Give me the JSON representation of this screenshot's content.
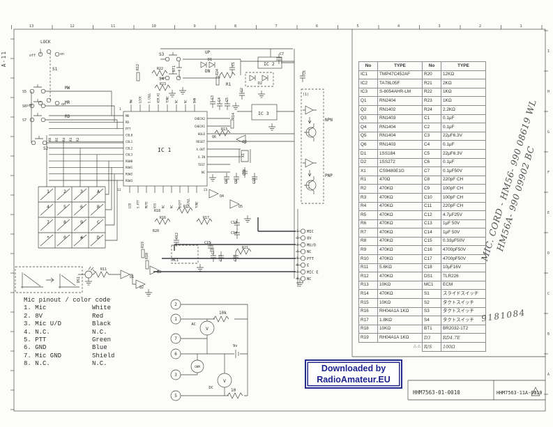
{
  "sheet": {
    "corner_label": "A-11",
    "top_ruler": [
      "13",
      "12",
      "11",
      "10",
      "9",
      "8",
      "7",
      "6",
      "5",
      "4",
      "3",
      "2",
      "1"
    ],
    "right_ruler": [
      "I",
      "H",
      "G",
      "F",
      "E",
      "D",
      "C",
      "B",
      "A"
    ]
  },
  "schematic": {
    "labels": [
      "LOCK",
      "S1",
      "off",
      "on",
      "off",
      "on",
      "S3",
      "UP",
      "S4",
      "DN",
      "R1",
      "S5",
      "MW",
      "S6",
      "MR",
      "S7",
      "RD",
      "S2",
      "IC 1",
      "IC 2",
      "IC 3",
      "R12",
      "R22",
      "R23",
      "BT1",
      "D1",
      "C1",
      "C3",
      "C4",
      "C5",
      "D2",
      "C6",
      "C7",
      "R13",
      "R14",
      "X1",
      "C8",
      "C9",
      "C10",
      "C11",
      "Q4",
      "Q5",
      "D5",
      "R15",
      "R16",
      "R17",
      "C13",
      "C14",
      "C15",
      "C16",
      "C12",
      "R21",
      "C18",
      "MC1",
      "R19",
      "R20",
      "Q3",
      "Q2",
      "Q1",
      "R11",
      "DS1",
      "NPN",
      "PNP",
      "(1)",
      "1",
      "12",
      "23",
      "R6",
      "R5",
      "R4",
      "R3",
      "R2",
      "Q6",
      "C17",
      "R18",
      "C2",
      "R24",
      "R10"
    ],
    "ic1_left_pins": [
      "MR",
      "RD",
      "PTT",
      "COL0",
      "COL1",
      "COL2",
      "COL3",
      "ROW0",
      "ROW1",
      "ROW2",
      "ROW3"
    ],
    "ic1_right_pins": [
      "CHECK2",
      "CHECK1",
      "HOLD",
      "RESET",
      "X.OUT",
      "X.IN",
      "TEST",
      "NC"
    ],
    "ic1_top_pins": [
      "MW",
      "LOCK",
      "S.CALL",
      "VER.HI",
      "TONE",
      "NC",
      "NC",
      "DWN"
    ],
    "ic1_bottom_pins": [
      "LED",
      "S.PTT",
      "MUTE",
      "VSS",
      "NC",
      "NC",
      "SHIFT",
      "T.CALL",
      "TONE"
    ],
    "keypad": [
      "1",
      "2",
      "3",
      "A",
      "4",
      "5",
      "6",
      "B",
      "7",
      "8",
      "9",
      "C",
      "*",
      "0",
      "#",
      "D"
    ],
    "connector": [
      {
        "n": "1",
        "label": "MIC"
      },
      {
        "n": "2",
        "label": "8V"
      },
      {
        "n": "3",
        "label": "MU/D"
      },
      {
        "n": "4",
        "label": "NC"
      },
      {
        "n": "5",
        "label": "PTT"
      },
      {
        "n": "6",
        "label": "E"
      },
      {
        "n": "7",
        "label": "MIC E"
      },
      {
        "n": "8",
        "label": "NC"
      }
    ]
  },
  "parts_table": {
    "headers": [
      "No",
      "TYPE",
      "No",
      "TYPE"
    ],
    "rows": [
      [
        "IC1",
        "TMP47C452AF",
        "R20",
        "12KΩ"
      ],
      [
        "IC2",
        "TA78L05F",
        "R21",
        "2KΩ"
      ],
      [
        "IC3",
        "S-8054AHR-LM",
        "R22",
        "1KΩ"
      ],
      [
        "Q1",
        "RN2404",
        "R23",
        "1KΩ"
      ],
      [
        "Q2",
        "RN1402",
        "R24",
        "2.2KΩ"
      ],
      [
        "Q3",
        "RN1403",
        "C1",
        "0.1μF"
      ],
      [
        "Q4",
        "RN1404",
        "C2",
        "0.1μF"
      ],
      [
        "Q5",
        "RN1404",
        "C3",
        "22μF6.3V"
      ],
      [
        "Q6",
        "RN1403",
        "C4",
        "0.1μF"
      ],
      [
        "D1",
        "1SS184",
        "C5",
        "22μF6.3V"
      ],
      [
        "D2",
        "1SS272",
        "C6",
        "0.1μF"
      ],
      [
        "X1",
        "CS9480E1G",
        "C7",
        "0.1μF50V"
      ],
      [
        "R1",
        "470Ω",
        "C8",
        "220pF CH"
      ],
      [
        "R2",
        "470KΩ",
        "C9",
        "100pF CH"
      ],
      [
        "R3",
        "470KΩ",
        "C10",
        "100pF CH"
      ],
      [
        "R4",
        "470KΩ",
        "C11",
        "220pF CH"
      ],
      [
        "R5",
        "470KΩ",
        "C12",
        "4.7μF25V"
      ],
      [
        "R6",
        "470KΩ",
        "C13",
        "1μF 50V"
      ],
      [
        "R7",
        "470KΩ",
        "C14",
        "1μF 50V"
      ],
      [
        "R8",
        "470KΩ",
        "C15",
        "0.33μF50V"
      ],
      [
        "R9",
        "470KΩ",
        "C16",
        "4700pF50V"
      ],
      [
        "R10",
        "470KΩ",
        "C17",
        "4700pF50V"
      ],
      [
        "R11",
        "5.6KΩ",
        "C18",
        "10μF16V"
      ],
      [
        "R12",
        "470KΩ",
        "DS1",
        "TLR226"
      ],
      [
        "R13",
        "10KΩ",
        "MC1",
        "ECM"
      ],
      [
        "R14",
        "470KΩ",
        "S1",
        "スライドスイッチ"
      ],
      [
        "R15",
        "10KΩ",
        "S2",
        "タクトスイッチ"
      ],
      [
        "R16",
        "RH04A1A 1KΩ",
        "S3",
        "タクトスイッチ"
      ],
      [
        "R17",
        "1.8KΩ",
        "S4",
        "タクトスイッチ"
      ],
      [
        "R18",
        "10KΩ",
        "BT1",
        "BR2032-1T2"
      ],
      [
        "R19",
        "RH04A1A 1KΩ",
        "D3",
        "RD4.7E"
      ]
    ],
    "extra_row": {
      "marks": "△ △",
      "no": "R/S",
      "type": "100Ω"
    }
  },
  "pinout": {
    "title": "Mic pinout / color code",
    "rows": [
      {
        "num": "1.",
        "signal": "Mic",
        "color": "White"
      },
      {
        "num": "2.",
        "signal": "8V",
        "color": "Red"
      },
      {
        "num": "3.",
        "signal": "Mic U/D",
        "color": "Black"
      },
      {
        "num": "4.",
        "signal": "N.C.",
        "color": "N.C."
      },
      {
        "num": "5.",
        "signal": "PTT",
        "color": "Green"
      },
      {
        "num": "6.",
        "signal": "GND",
        "color": "Blue"
      },
      {
        "num": "7.",
        "signal": "Mic GND",
        "color": "Shield"
      },
      {
        "num": "8.",
        "signal": "N.C.",
        "color": "N.C."
      }
    ]
  },
  "test_circuit": {
    "pins": [
      "2",
      "1",
      "7",
      "6",
      "3",
      "5"
    ],
    "meter_v": "V",
    "meter_ohm": "OHM",
    "label_ac": "AC",
    "label_dc": "DC",
    "r_top": "10k",
    "battery": "9v",
    "r_bottom": "10"
  },
  "watermark": {
    "line1": "Downloaded by",
    "line2": "RadioAmateur.EU",
    "color": "#1c2290"
  },
  "title_block": {
    "doc_left": "HHM7563-01-0010",
    "doc_right": "HHM7563-11A-0010",
    "rev_mark": "1"
  },
  "handwritten": {
    "note_line1": "MIC. CORD - HM56- 990 08619 WL",
    "note_line2": "HM56A- 990 09902 BC",
    "serial": "9181084"
  }
}
